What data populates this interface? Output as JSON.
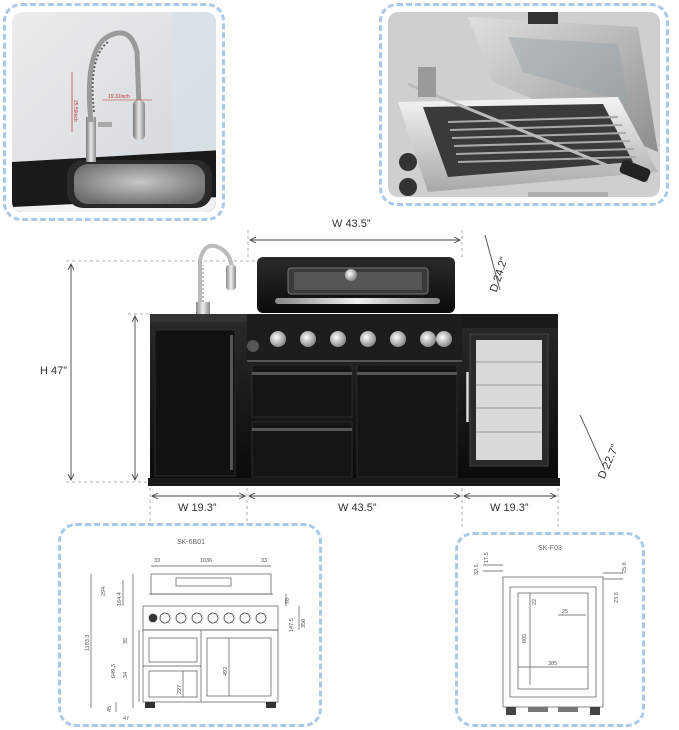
{
  "main": {
    "height": "H 47”",
    "top_width": "W 43.5”",
    "depth_grill": "D 24.2”",
    "depth_fridge": "D 22.7”",
    "bottom_left": "W 19.3”",
    "bottom_center": "W 43.5”",
    "bottom_right": "W 19.3”"
  },
  "faucet_photo": {
    "dim_a": "25.59inch",
    "dim_b": "19.31inch"
  },
  "drawing_grill": {
    "model": "SK-6B01",
    "dims": [
      "1036",
      "33",
      "33",
      "294",
      "164.4",
      "70",
      "147.5",
      "350",
      "1193.3",
      "35",
      "649.3",
      "34",
      "227",
      "492",
      "45",
      "47"
    ]
  },
  "drawing_fridge": {
    "model": "SK-F03",
    "dims": [
      "32.5",
      "17.5",
      "25.8",
      "23.3",
      "22",
      "25",
      "605",
      "385"
    ]
  }
}
